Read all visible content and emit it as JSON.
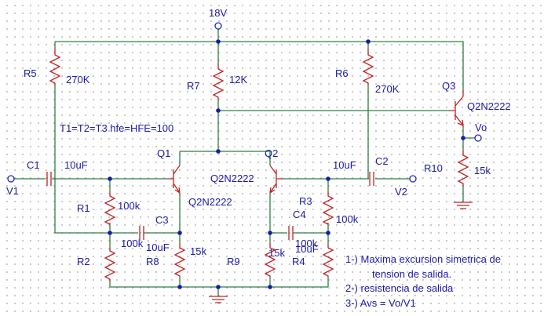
{
  "supply": {
    "label": "18V"
  },
  "ports": {
    "input": "V1",
    "output_v2": "V2",
    "output_vo": "Vo"
  },
  "parts": {
    "R1": {
      "ref": "R1",
      "value": "100k"
    },
    "R2": {
      "ref": "R2",
      "value": "100k"
    },
    "R3": {
      "ref": "R3",
      "value": "100k"
    },
    "R4": {
      "ref": "R4",
      "value": "100k"
    },
    "R5": {
      "ref": "R5",
      "value": "270K"
    },
    "R6": {
      "ref": "R6",
      "value": "270K"
    },
    "R7": {
      "ref": "R7",
      "value": "12K"
    },
    "R8": {
      "ref": "R8",
      "value": "15k"
    },
    "R9": {
      "ref": "R9",
      "value": "15k"
    },
    "R10": {
      "ref": "R10",
      "value": "15k"
    },
    "C1": {
      "ref": "C1",
      "value": "10uF"
    },
    "C2": {
      "ref": "C2",
      "value": "10uF"
    },
    "C3": {
      "ref": "C3",
      "value": "10uF"
    },
    "C4": {
      "ref": "C4",
      "value": "10uF"
    },
    "Q1": {
      "ref": "Q1",
      "model": "Q2N2222"
    },
    "Q2": {
      "ref": "Q2",
      "model": "Q2N2222"
    },
    "Q3": {
      "ref": "Q3",
      "model": "Q2N2222"
    }
  },
  "notes": {
    "params": "T1=T2=T3  hfe=HFE=100",
    "q1": "1-) Maxima excursion simetrica de",
    "q1b": "tension de salida.",
    "q2": "2-) resistencia de salida",
    "q3": "3-) Avs = Vo/V1"
  }
}
